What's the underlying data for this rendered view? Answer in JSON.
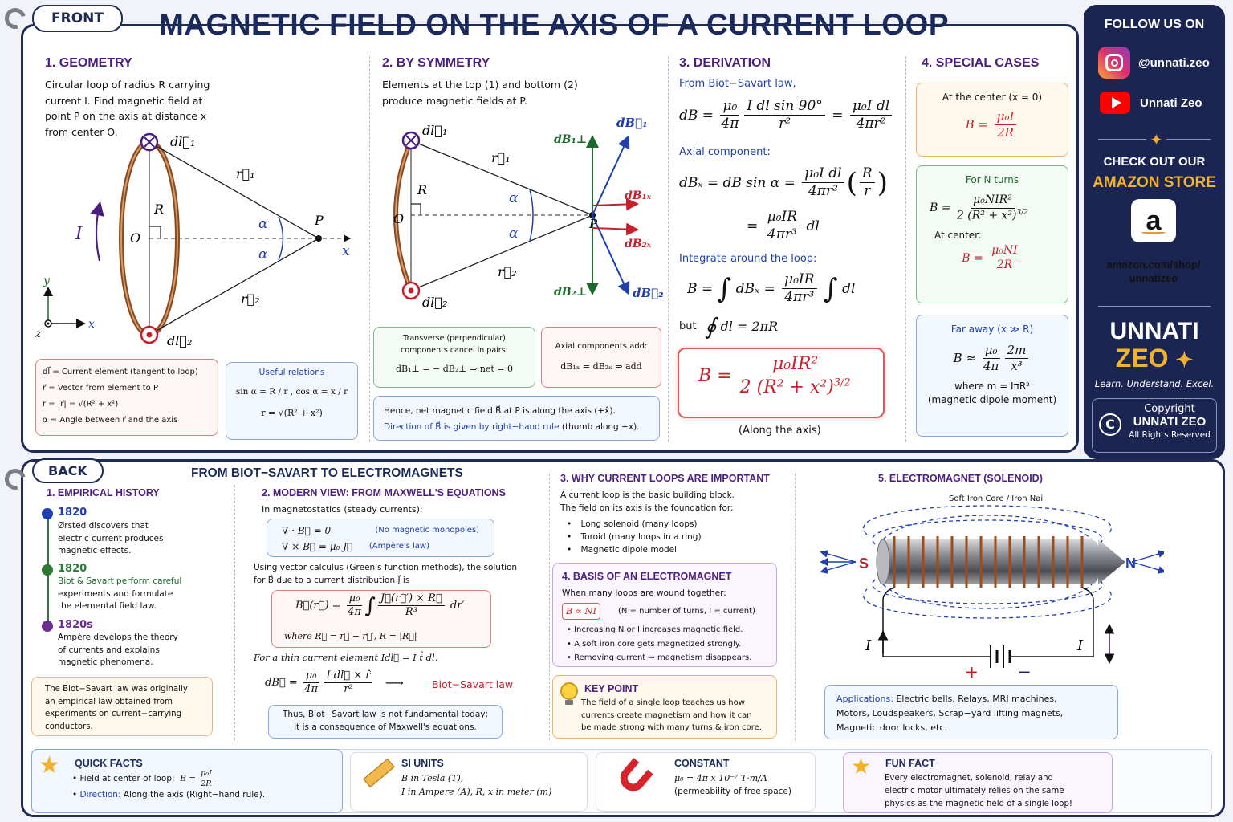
{
  "front": {
    "tag": "FRONT",
    "title": "MAGNETIC FIELD ON THE AXIS OF A CURRENT LOOP",
    "geometry": {
      "heading": "1.  GEOMETRY",
      "intro": [
        "Circular loop of radius R carrying",
        "current I. Find magnetic field at",
        "point P on the axis at distance x",
        "from center O."
      ],
      "labels": {
        "dl1": "dl⃗₁",
        "dl2": "dl⃗₂",
        "r1": "r⃗₁",
        "r2": "r⃗₂",
        "R": "R",
        "O": "O",
        "P": "P",
        "x": "x",
        "I": "I",
        "alpha": "α",
        "ax_y": "y",
        "ax_x": "x",
        "ax_z": "z"
      },
      "legend": [
        "dl⃗  =  Current element (tangent to loop)",
        "r⃗  =  Vector from element to P",
        "r  =  |r⃗| = √(R² + x²)",
        "α  =  Angle between r⃗ and the axis"
      ],
      "relations_title": "Useful relations",
      "relations": [
        "sin α = R / r ,      cos α = x / r",
        "r = √(R² + x²)"
      ]
    },
    "symmetry": {
      "heading": "2.  BY SYMMETRY",
      "intro": [
        "Elements at the top (1) and bottom (2)",
        "produce magnetic fields at P."
      ],
      "labels": {
        "dl1": "dl⃗₁",
        "dl2": "dl⃗₂",
        "r1": "r⃗₁",
        "r2": "r⃗₂",
        "R": "R",
        "O": "O",
        "P": "P",
        "alpha": "α",
        "dB1": "dB⃗₁",
        "dB2": "dB⃗₂",
        "dB1p": "dB₁⊥",
        "dB2p": "dB₂⊥",
        "dB1x": "dB₁ₓ",
        "dB2x": "dB₂ₓ"
      },
      "transverse_title": "Transverse (perpendicular) components cancel in pairs:",
      "transverse_eq": "dB₁⊥ = − dB₂⊥   ⇒  net = 0",
      "axial_title": "Axial components add:",
      "axial_eq": "dB₁ₓ = dB₂ₓ   ⇒  add",
      "note1": "Hence, net magnetic field B⃗ at P is along the axis (+x̂).",
      "note2a": "Direction of B⃗ is given by right−hand rule",
      "note2b": " (thumb along +x)."
    },
    "derivation": {
      "heading": "3.  DERIVATION",
      "from": "From Biot−Savart law,",
      "axial": "Axial component:",
      "integrate": "Integrate around the loop:",
      "but": "but",
      "along": "(Along the axis)"
    },
    "special": {
      "heading": "4.  SPECIAL CASES",
      "center": "At the center (x = 0)",
      "nturns": "For N turns",
      "at_center": "At center:",
      "far": "Far away (x ≫ R)",
      "where": "where  m = IπR²",
      "dipole": "(magnetic dipole moment)"
    }
  },
  "side": {
    "follow": "FOLLOW US ON",
    "instagram": "@unnati.zeo",
    "youtube": "Unnati Zeo",
    "check": "CHECK OUT OUR",
    "store": "AMAZON STORE",
    "url1": "amazon.com/shop/",
    "url2": "unnatizeo",
    "brand1": "UNNATI",
    "brand2": "ZEO",
    "motto": "Learn. Understand. Excel.",
    "copy1": "Copyright",
    "copy2": "UNNATI ZEO",
    "copy3": "All Rights Reserved"
  },
  "back": {
    "tag": "BACK",
    "title": "FROM BIOT−SAVART TO ELECTROMAGNETS",
    "history": {
      "heading": "1.  EMPIRICAL HISTORY",
      "items": [
        {
          "year": "1820",
          "lines": [
            "Ørsted discovers that",
            "electric current produces",
            "magnetic effects."
          ],
          "color": "#1f3fae"
        },
        {
          "year": "1820",
          "lines": [
            "Biot & Savart perform careful",
            "experiments and formulate",
            "the elemental field law."
          ],
          "color": "#2f7a35"
        },
        {
          "year": "1820s",
          "lines": [
            "Ampère develops the theory",
            "of currents and explains",
            "magnetic phenomena."
          ],
          "color": "#6b2d91"
        }
      ],
      "note": [
        "The Biot−Savart law was originally",
        "an empirical law obtained from",
        "experiments on current−carrying",
        "conductors."
      ]
    },
    "modern": {
      "heading": "2.  MODERN VIEW: FROM MAXWELL'S EQUATIONS",
      "intro": "In magnetostatics (steady currents):",
      "eq1": "∇ · B⃗ = 0",
      "eq1n": "(No magnetic monopoles)",
      "eq2": "∇ × B⃗ = μ₀ J⃗",
      "eq2n": "(Ampère's law)",
      "using1": "Using vector calculus (Green's function methods), the solution",
      "using2": "for B⃗ due to a current distribution J⃗ is",
      "where": "where  R⃗ = r⃗ − r⃗′,  R = |R⃗|",
      "thin": "For a thin current element  Idl⃗ = I t̂ dl,",
      "bs": "Biot−Savart law",
      "thus1": "Thus, Biot−Savart law is not fundamental today;",
      "thus2": "it is a consequence of Maxwell's equations."
    },
    "why": {
      "heading": "3.  WHY CURRENT LOOPS ARE IMPORTANT",
      "l1": "A current loop is the basic building block.",
      "l2": "The field on its axis is the foundation for:",
      "bullets": [
        "Long solenoid (many loops)",
        "Toroid (many loops in a ring)",
        "Magnetic dipole model"
      ]
    },
    "basis": {
      "heading": "4.  BASIS OF AN ELECTROMAGNET",
      "l1": "When many loops are wound together:",
      "prop": "B ∝ NI",
      "propn": "(N = number of turns, I = current)",
      "bullets": [
        "Increasing N or I increases magnetic field.",
        "A soft iron core gets magnetized strongly.",
        "Removing current ⇒ magnetism disappears."
      ]
    },
    "key": {
      "heading": "KEY POINT",
      "lines": [
        "The field of a single loop teaches us how",
        "currents create magnetism and how it can",
        "be made strong with many turns & iron core."
      ]
    },
    "solenoid": {
      "heading": "5.  ELECTROMAGNET (SOLENOID)",
      "core": "Soft Iron Core / Iron Nail",
      "S": "S",
      "N": "N",
      "I": "I",
      "plus": "+",
      "minus": "−",
      "apps_label": "Applications:",
      "apps": [
        " Electric bells, Relays, MRI machines,",
        "Motors, Loudspeakers, Scrap−yard lifting magnets,",
        "Magnetic door locks, etc."
      ]
    },
    "facts": {
      "quick_title": "QUICK FACTS",
      "quick1": "Field at center of loop:",
      "quick2a": "Direction:",
      "quick2b": " Along the axis (Right−hand rule).",
      "si_title": "SI UNITS",
      "si1": "B in Tesla (T),",
      "si2": "I in Ampere (A),  R, x in meter (m)",
      "const_title": "CONSTANT",
      "const1": "μ₀ = 4π x 10⁻⁷ T·m/A",
      "const2": "(permeability of free space)",
      "fun_title": "FUN FACT",
      "fun": [
        "Every electromagnet, solenoid, relay and",
        "electric motor ultimately relies on the same",
        "physics as the magnetic field of a single loop!"
      ]
    }
  }
}
